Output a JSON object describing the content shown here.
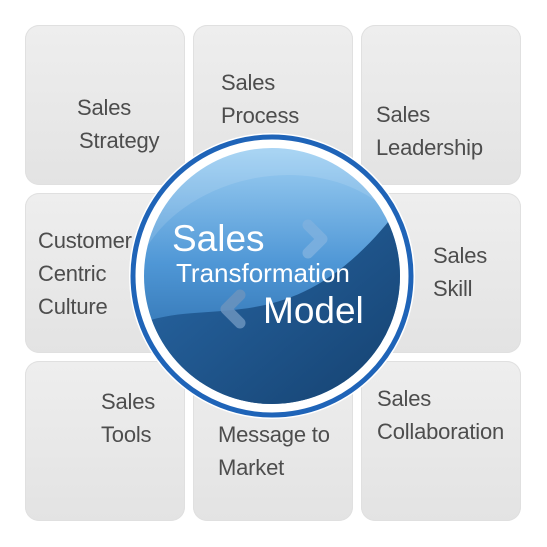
{
  "center": {
    "line1": "Sales",
    "line2": "Transformation",
    "line3": "Model",
    "next_icon": "chevron-right-icon",
    "prev_icon": "chevron-left-icon"
  },
  "tiles": {
    "top_left": {
      "line1": "Sales",
      "line2": "Strategy"
    },
    "top_middle": {
      "line1": "Sales",
      "line2": "Process"
    },
    "top_right": {
      "line1": "Sales",
      "line2": "Leadership"
    },
    "middle_left": {
      "line1": "Customer",
      "line2": "Centric",
      "line3": "Culture"
    },
    "middle_right": {
      "line1": "Sales",
      "line2": "Skill"
    },
    "bottom_left": {
      "line1": "Sales",
      "line2": "Tools"
    },
    "bottom_middle": {
      "line1": "Message to",
      "line2": "Market"
    },
    "bottom_right": {
      "line1": "Sales",
      "line2": "Collaboration"
    }
  },
  "colors": {
    "tile_bg": "#e8e8e8",
    "tile_text": "#4d4d4d",
    "ring": "#1f64b8",
    "disc_dark": "#1d4f82",
    "disc_light": "#6fb0e8",
    "title_text": "#ffffff"
  }
}
